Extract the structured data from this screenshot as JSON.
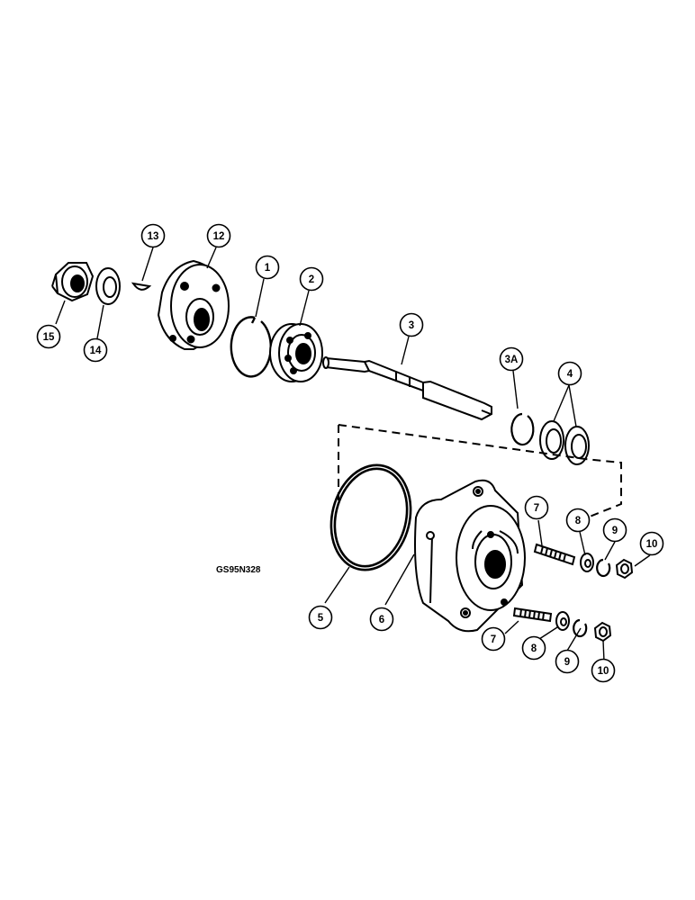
{
  "drawing_code": "GS95N328",
  "callouts": [
    {
      "id": "c1",
      "label": "1"
    },
    {
      "id": "c2",
      "label": "2"
    },
    {
      "id": "c3",
      "label": "3"
    },
    {
      "id": "c3a",
      "label": "3A"
    },
    {
      "id": "c4",
      "label": "4"
    },
    {
      "id": "c5",
      "label": "5"
    },
    {
      "id": "c6",
      "label": "6"
    },
    {
      "id": "c7a",
      "label": "7"
    },
    {
      "id": "c7b",
      "label": "7"
    },
    {
      "id": "c8a",
      "label": "8"
    },
    {
      "id": "c8b",
      "label": "8"
    },
    {
      "id": "c9a",
      "label": "9"
    },
    {
      "id": "c9b",
      "label": "9"
    },
    {
      "id": "c10a",
      "label": "10"
    },
    {
      "id": "c10b",
      "label": "10"
    },
    {
      "id": "c12",
      "label": "12"
    },
    {
      "id": "c13",
      "label": "13"
    },
    {
      "id": "c14",
      "label": "14"
    },
    {
      "id": "c15",
      "label": "15"
    }
  ]
}
